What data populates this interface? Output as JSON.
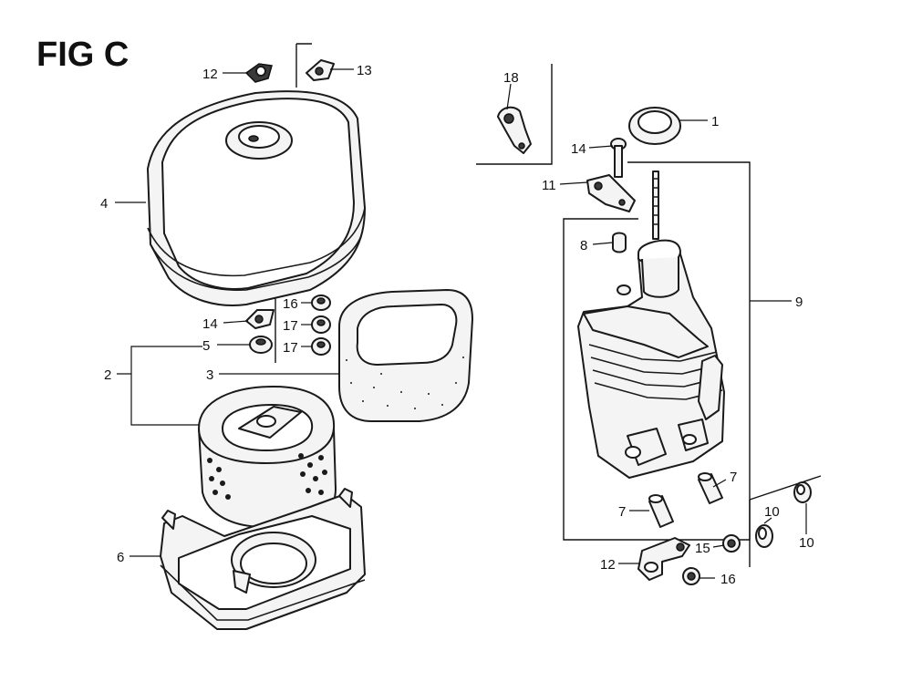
{
  "figure": {
    "title": "FIG C"
  },
  "callouts": [
    {
      "id": "c1",
      "text": "1"
    },
    {
      "id": "c2",
      "text": "2"
    },
    {
      "id": "c3",
      "text": "3"
    },
    {
      "id": "c4",
      "text": "4"
    },
    {
      "id": "c5",
      "text": "5"
    },
    {
      "id": "c6",
      "text": "6"
    },
    {
      "id": "c7a",
      "text": "7"
    },
    {
      "id": "c7b",
      "text": "7"
    },
    {
      "id": "c8",
      "text": "8"
    },
    {
      "id": "c9",
      "text": "9"
    },
    {
      "id": "c10a",
      "text": "10"
    },
    {
      "id": "c10b",
      "text": "10"
    },
    {
      "id": "c11",
      "text": "11"
    },
    {
      "id": "c12a",
      "text": "12"
    },
    {
      "id": "c12b",
      "text": "12"
    },
    {
      "id": "c13",
      "text": "13"
    },
    {
      "id": "c14a",
      "text": "14"
    },
    {
      "id": "c14b",
      "text": "14"
    },
    {
      "id": "c15",
      "text": "15"
    },
    {
      "id": "c16a",
      "text": "16"
    },
    {
      "id": "c16b",
      "text": "16"
    },
    {
      "id": "c17a",
      "text": "17"
    },
    {
      "id": "c17b",
      "text": "17"
    },
    {
      "id": "c18",
      "text": "18"
    }
  ]
}
